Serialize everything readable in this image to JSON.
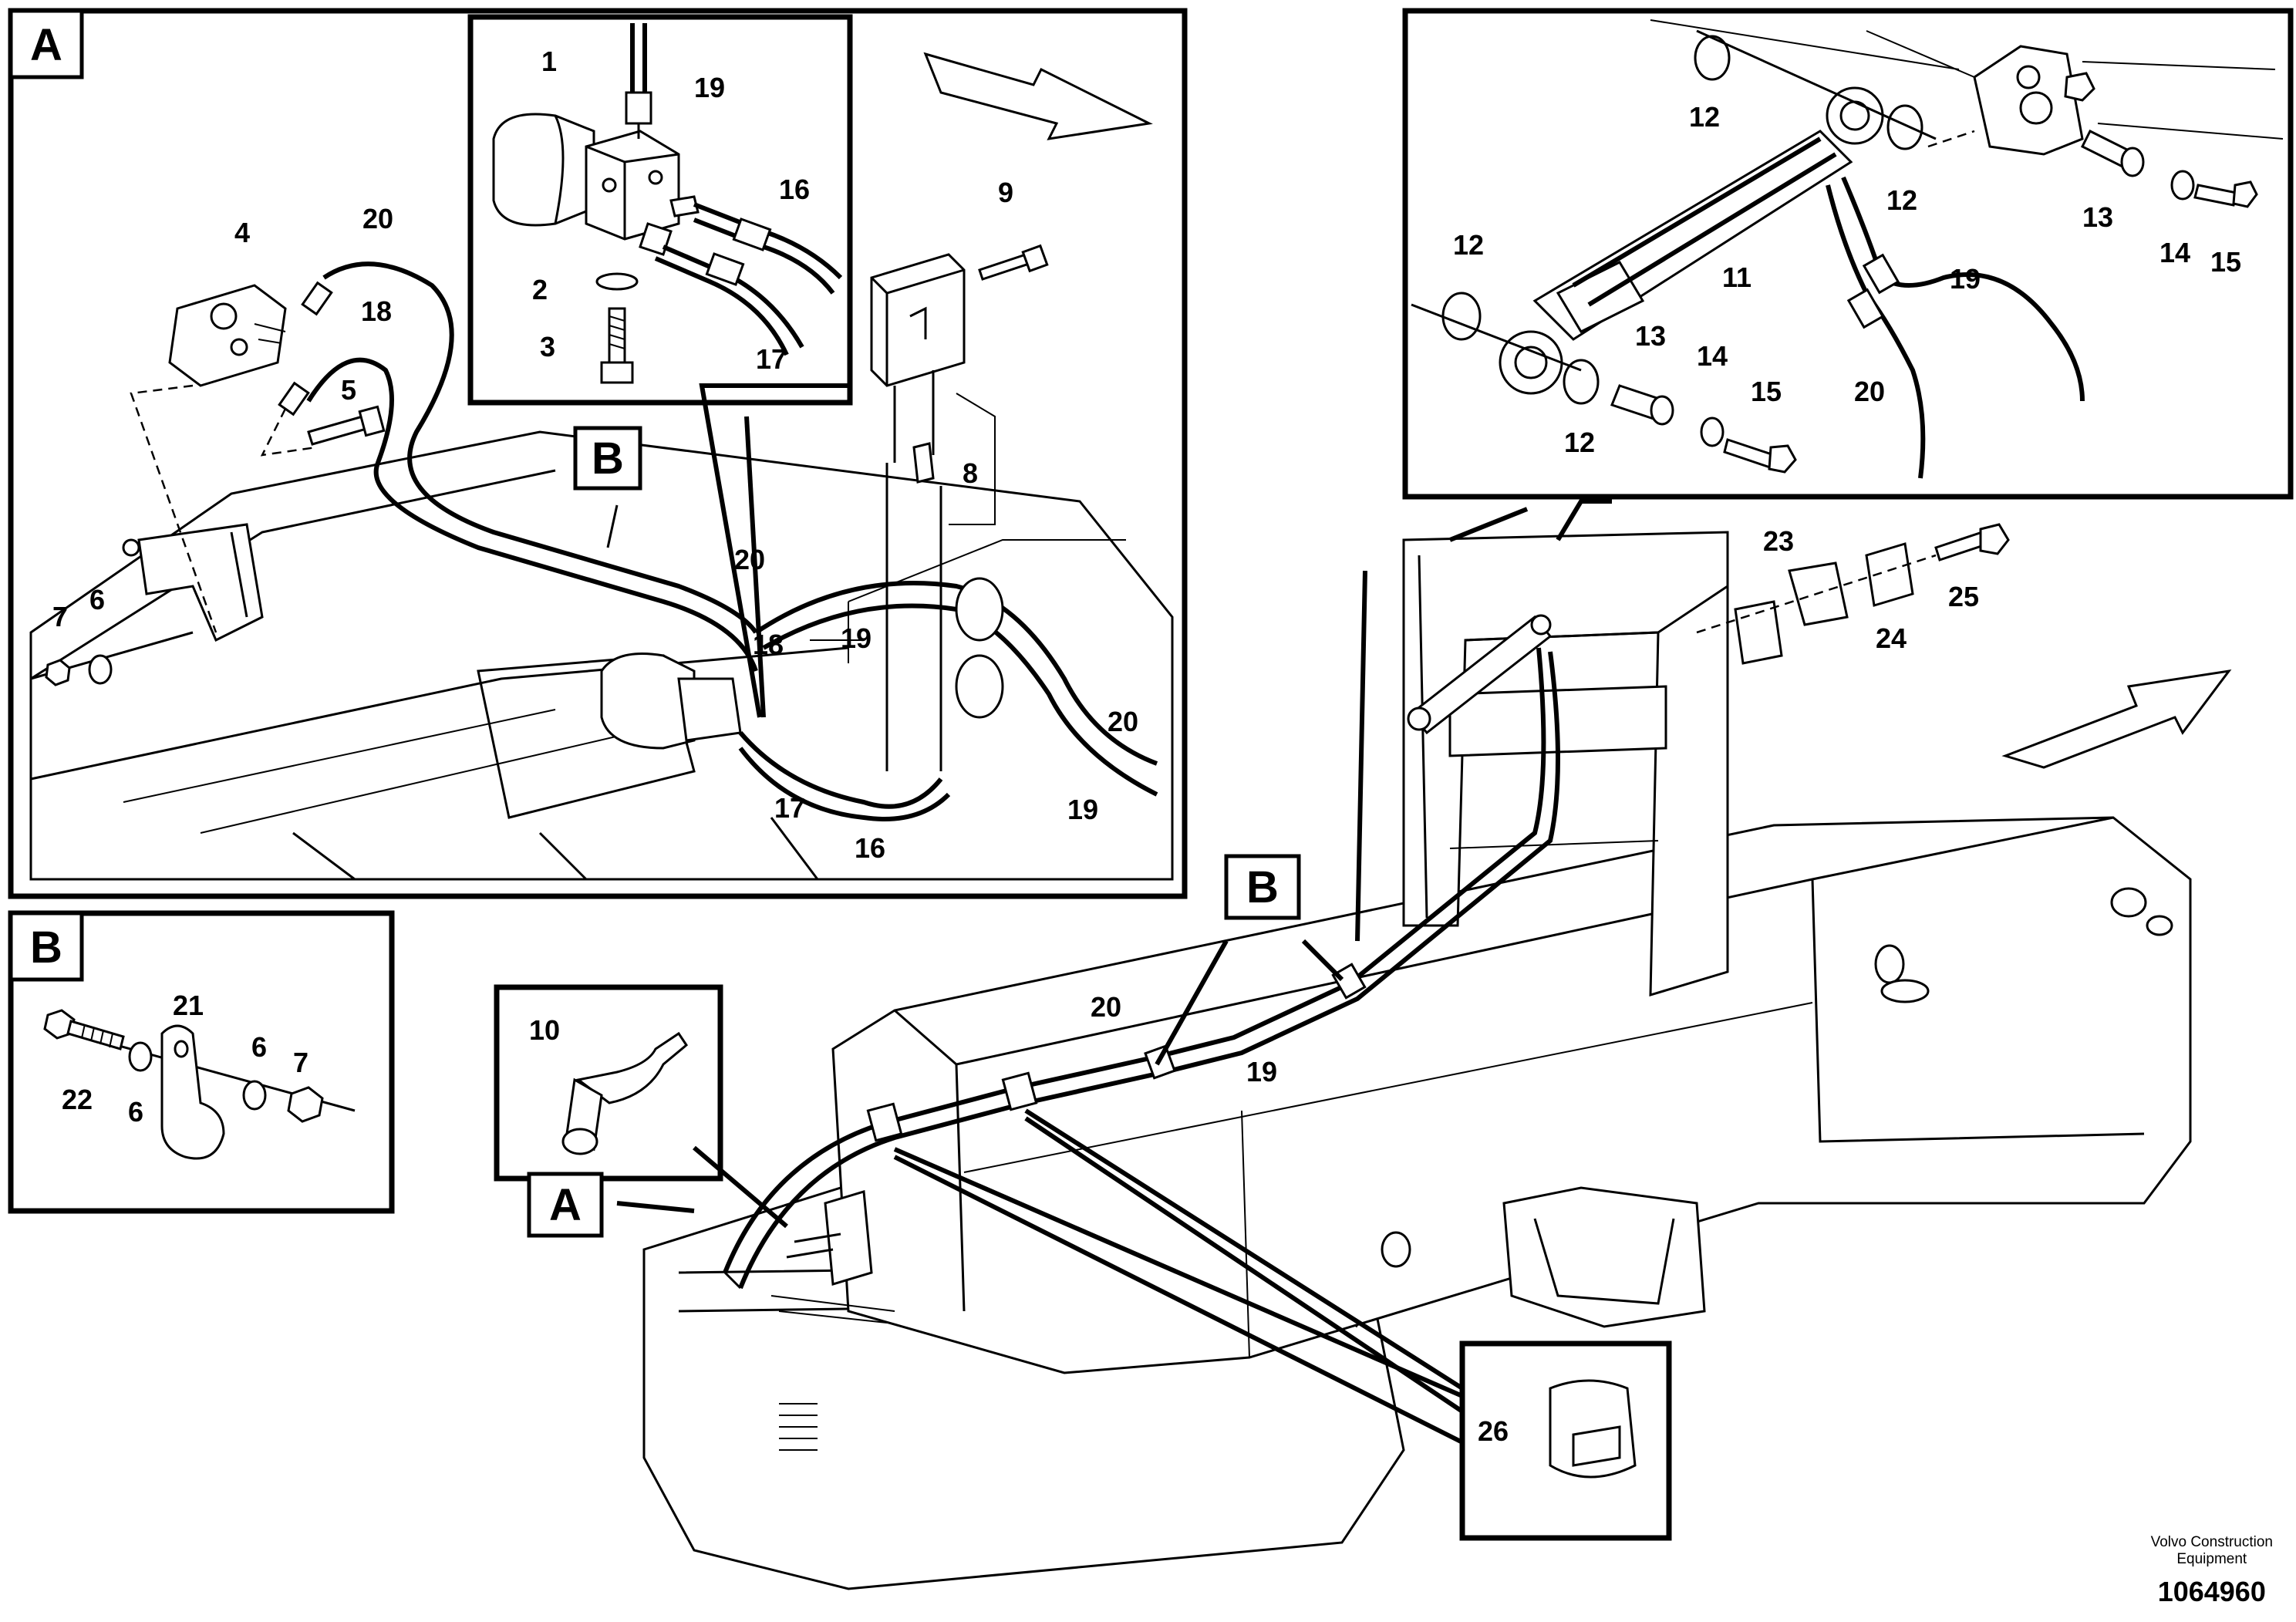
{
  "detail_tags": {
    "a_panel": "A",
    "b_inset": "B",
    "b_panel": "B",
    "a_main": "A",
    "b_main": "B"
  },
  "callouts": {
    "c1": "1",
    "c19_inset": "19",
    "c16_inset": "16",
    "c2": "2",
    "c3": "3",
    "c17_inset": "17",
    "c9": "9",
    "c8": "8",
    "c4": "4",
    "c20_a_top": "20",
    "c18_a_top": "18",
    "c5": "5",
    "c7_a": "7",
    "c6_a": "6",
    "c20_a_mid": "20",
    "c18_a_mid": "18",
    "c19_a_mid": "19",
    "c20_a_right": "20",
    "c17_a_bottom": "17",
    "c16_a_bottom": "16",
    "c19_a_bottom": "19",
    "c21": "21",
    "c22": "22",
    "c6_b_left": "6",
    "c6_b_right": "6",
    "c7_b": "7",
    "c12_top": "12",
    "c12_mid": "12",
    "c12_left": "12",
    "c12_bottom": "12",
    "c11": "11",
    "c13_right": "13",
    "c14_right": "14",
    "c15_right": "15",
    "c19_cyl": "19",
    "c20_cyl": "20",
    "c13_left": "13",
    "c14_left": "14",
    "c15_left": "15",
    "c23": "23",
    "c24": "24",
    "c25": "25",
    "c10": "10",
    "c20_main": "20",
    "c19_main": "19",
    "c26": "26"
  },
  "footer": {
    "brand_line1": "Volvo Construction",
    "brand_line2": "Equipment",
    "doc_number": "1064960"
  }
}
